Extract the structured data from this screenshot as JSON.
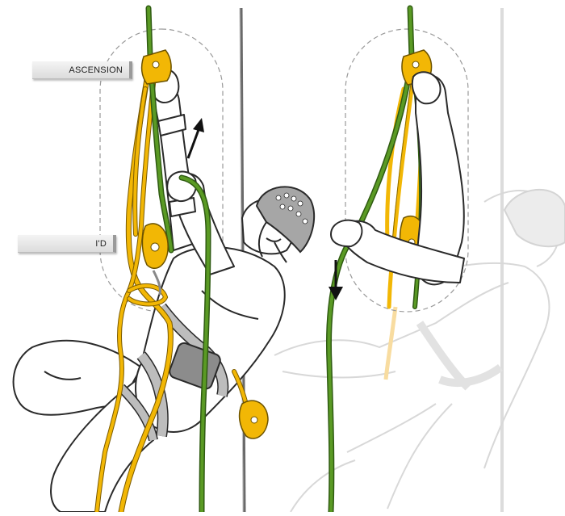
{
  "labels": {
    "ascension": "ASCENSION",
    "id": "I'D"
  },
  "colors": {
    "rope_green": "#4d8a1e",
    "rope_yellow": "#f2b705",
    "device_yellow": "#f2b705",
    "line_dark": "#2a2a2a",
    "helmet_gray": "#9a9a9a",
    "harness_gray": "#b9b9b9",
    "arrow": "#111111",
    "ghost": "#e6e6e6"
  },
  "arrows": {
    "left_panel": "up",
    "right_panel": "down"
  }
}
